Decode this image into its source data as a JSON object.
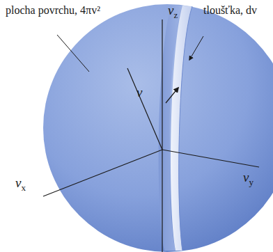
{
  "diagram": {
    "labels": [
      "plocha povrchu, 4πv²",
      "vz",
      "tloušťka, dv",
      "v",
      "vx",
      "vy"
    ]
  }
}
